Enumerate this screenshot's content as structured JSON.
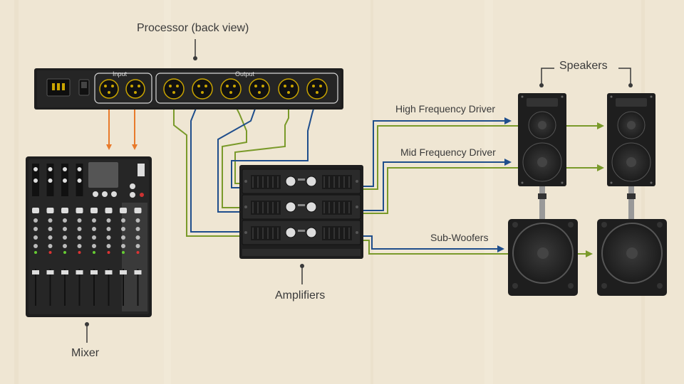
{
  "labels": {
    "processor": "Processor (back view)",
    "input": "Input",
    "output": "Output",
    "speakers": "Speakers",
    "high_freq": "High Frequency Driver",
    "mid_freq": "Mid Frequency Driver",
    "sub_woofers": "Sub-Woofers",
    "amplifiers": "Amplifiers",
    "mixer": "Mixer"
  },
  "colors": {
    "background": "#efe6d3",
    "device_body": "#1e1e1e",
    "input_cable": "#e87a2a",
    "green_cable": "#7a9a2a",
    "blue_cable": "#1f4e8c",
    "callout": "#3a3a3a"
  }
}
